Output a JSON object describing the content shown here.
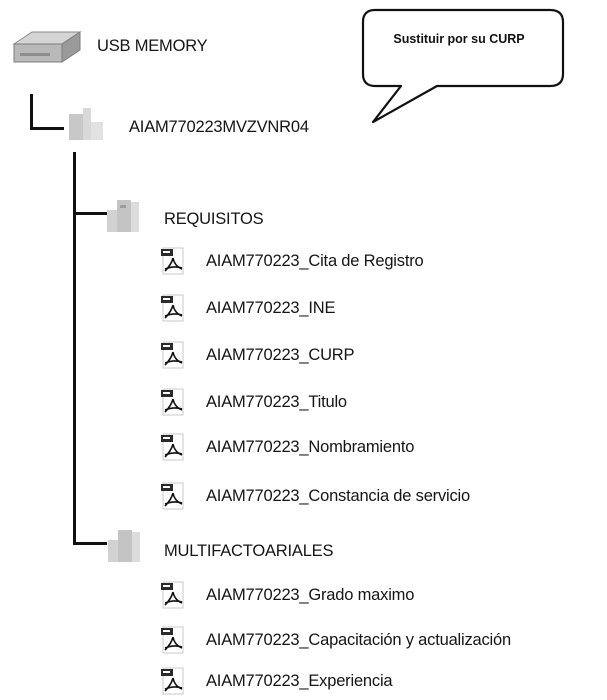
{
  "tree": {
    "root": {
      "label": "USB MEMORY",
      "icon": "usb-drive-icon"
    },
    "main_folder": {
      "label": "AIAM770223MVZVNR04",
      "icon": "folder-icon"
    },
    "requisitos": {
      "label": "REQUISITOS",
      "icon": "folder-icon",
      "files": [
        "AIAM770223_Cita de Registro",
        "AIAM770223_INE",
        "AIAM770223_CURP",
        "AIAM770223_Titulo",
        "AIAM770223_Nombramiento",
        "AIAM770223_Constancia de servicio"
      ]
    },
    "multifactoariales": {
      "label": "MULTIFACTOARIALES",
      "icon": "folder-icon",
      "files": [
        "AIAM770223_Grado maximo",
        "AIAM770223_Capacitación y actualización",
        "AIAM770223_Experiencia"
      ]
    }
  },
  "callout": {
    "text": "Sustituir por su CURP"
  },
  "file_icon": "pdf-file-icon"
}
